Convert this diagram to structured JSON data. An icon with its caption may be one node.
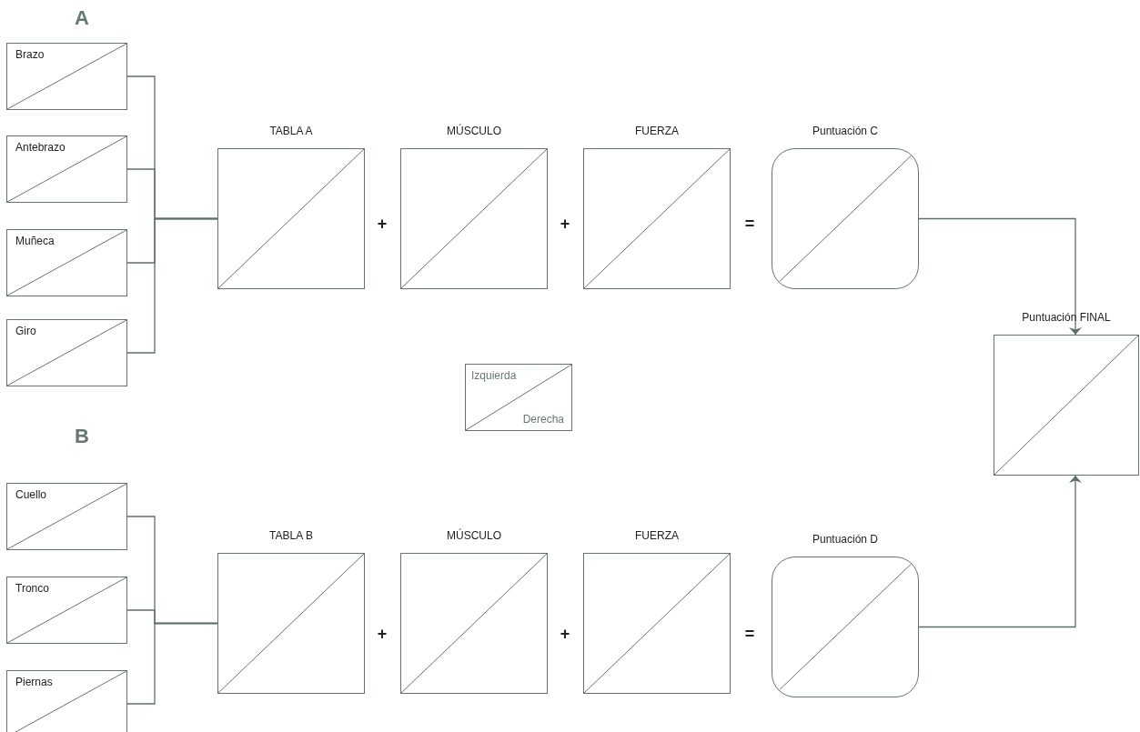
{
  "diagram": {
    "nodes": [
      {
        "text": [
          "Brazo"
        ]
      },
      {
        "text": [
          "Antebrazo"
        ]
      },
      {
        "text": [
          "Muñeca"
        ]
      },
      {
        "text": [
          "Giro"
        ]
      },
      {
        "text": [
          "TABLA A"
        ]
      },
      {
        "text": [
          "MÚSCULO"
        ]
      },
      {
        "text": [
          "FUERZA"
        ]
      },
      {
        "text": [
          "Puntuación C"
        ]
      },
      {
        "text": [
          "Puntuación FINAL"
        ]
      },
      {
        "text": [
          "Izquierda",
          "Derecha"
        ]
      },
      {
        "text": [
          "Cuello"
        ]
      },
      {
        "text": [
          "Tronco"
        ]
      },
      {
        "text": [
          "Piernas"
        ]
      },
      {
        "text": [
          "TABLA B"
        ]
      },
      {
        "text": [
          "MÚSCULO"
        ]
      },
      {
        "text": [
          "FUERZA"
        ]
      },
      {
        "text": [
          "Puntuación D"
        ]
      }
    ],
    "edges": [
      {
        "from": 0,
        "to": 4,
        "arrow": "none"
      },
      {
        "from": 1,
        "to": 4,
        "arrow": "none"
      },
      {
        "from": 2,
        "to": 4,
        "arrow": "none"
      },
      {
        "from": 3,
        "to": 4,
        "arrow": "none"
      },
      {
        "from": 7,
        "to": 8,
        "arrow": "to"
      },
      {
        "from": 10,
        "to": 13,
        "arrow": "none"
      },
      {
        "from": 11,
        "to": 13,
        "arrow": "none"
      },
      {
        "from": 12,
        "to": 13,
        "arrow": "none"
      },
      {
        "from": 16,
        "to": 8,
        "arrow": "to"
      }
    ],
    "labels": [
      "A",
      "+",
      "+",
      "=",
      "B",
      "+",
      "+",
      "="
    ]
  }
}
